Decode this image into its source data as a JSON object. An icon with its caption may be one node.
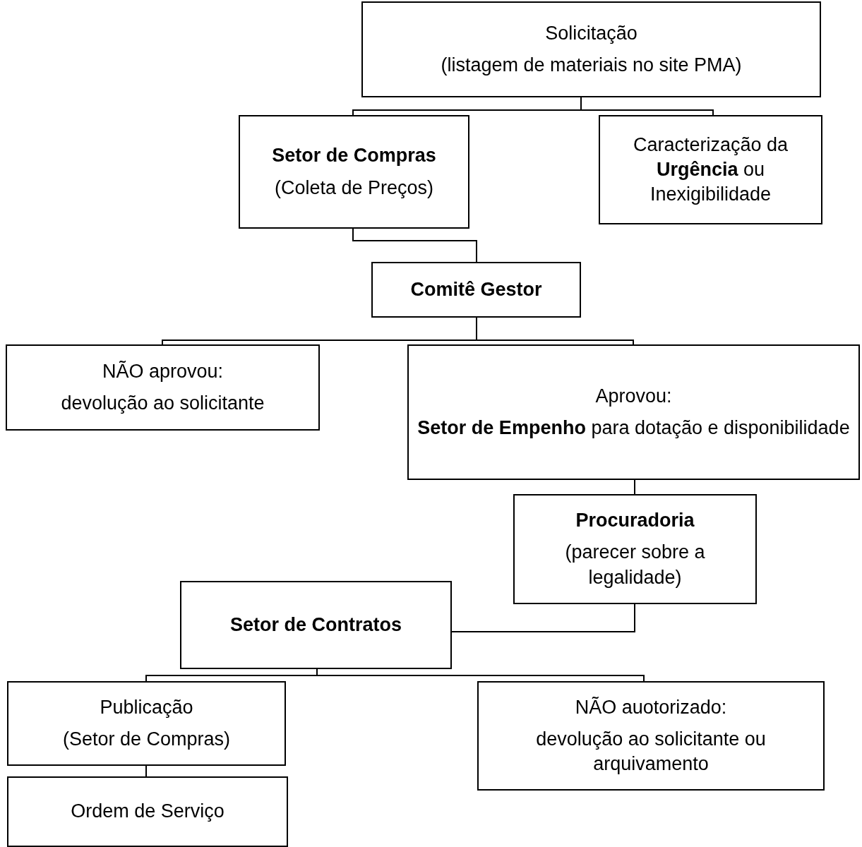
{
  "diagram": {
    "nodes": [
      {
        "text": [
          "Solicitação",
          "(listagem de materiais no site PMA)"
        ]
      },
      {
        "text": [
          "Setor de Compras",
          "(Coleta de Preços)"
        ]
      },
      {
        "text": [
          "Caracterização da **Urgência** ou Inexigibilidade"
        ]
      },
      {
        "text": [
          "Comitê Gestor"
        ]
      },
      {
        "text": [
          "NÃO aprovou:",
          "devolução ao solicitante"
        ]
      },
      {
        "text": [
          "Aprovou:",
          "**Setor de Empenho** para dotação e disponibilidade"
        ]
      },
      {
        "text": [
          "Procuradoria",
          "(parecer sobre a legalidade)"
        ]
      },
      {
        "text": [
          "Setor de Contratos"
        ]
      },
      {
        "text": [
          "Publicação",
          "(Setor de Compras)"
        ]
      },
      {
        "text": [
          "NÃO auotorizado:",
          "devolução ao solicitante ou arquivamento"
        ]
      },
      {
        "text": [
          "Ordem de Serviço"
        ]
      }
    ],
    "edges": [
      {
        "from": 0,
        "to": 1,
        "arrow": "none"
      },
      {
        "from": 0,
        "to": 2,
        "arrow": "none"
      },
      {
        "from": 1,
        "to": 3,
        "arrow": "none"
      },
      {
        "from": 3,
        "to": 4,
        "arrow": "none"
      },
      {
        "from": 3,
        "to": 5,
        "arrow": "none"
      },
      {
        "from": 5,
        "to": 6,
        "arrow": "none"
      },
      {
        "from": 6,
        "to": 7,
        "arrow": "none"
      },
      {
        "from": 7,
        "to": 8,
        "arrow": "none"
      },
      {
        "from": 7,
        "to": 9,
        "arrow": "none"
      },
      {
        "from": 8,
        "to": 10,
        "arrow": "none"
      }
    ]
  }
}
